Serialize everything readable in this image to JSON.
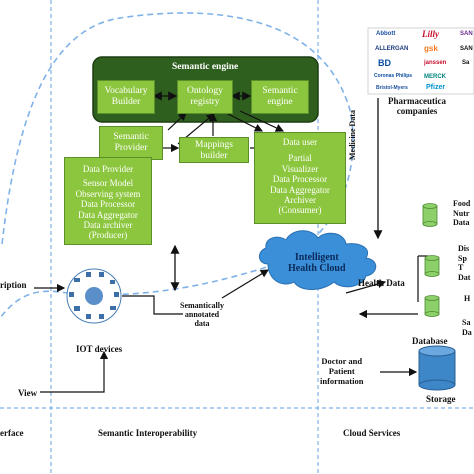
{
  "semantic_engine": {
    "title": "Semantic engine",
    "vocabulary_builder": [
      "Vocabulary",
      "Builder"
    ],
    "ontology_registry": [
      "Ontology",
      "registry"
    ],
    "semantic_engine_inner": [
      "Semantic",
      "engine"
    ]
  },
  "semantic_provider": [
    "Semantic",
    "Provider"
  ],
  "mappings_builder": [
    "Mappings",
    "builder"
  ],
  "data_provider": [
    "Data Provider",
    "",
    "Sensor Model",
    "Observing system",
    "Data Processor",
    "Data Aggregator",
    "Data archiver",
    "(Producer)"
  ],
  "data_user": [
    "Data user",
    "",
    "Partial",
    "Visualizer",
    "Data Processor",
    "Data Aggregator",
    "Archiver",
    "(Consumer)"
  ],
  "cloud_label": [
    "Intelligent",
    "Health Cloud"
  ],
  "labels": {
    "description_partial": "ription",
    "iot_devices": "IOT devices",
    "semantically_annotated": [
      "Semantically",
      "annotated",
      "data"
    ],
    "view": "View",
    "medicine_data": "Medicine Data",
    "pharma": [
      "Pharmaceutica",
      "companies"
    ],
    "health_data": "Health Data",
    "database": "Database",
    "storage": "Storage",
    "doctor_patient": [
      "Doctor and",
      "Patient",
      "information"
    ],
    "foo_partial": [
      "Food",
      "Nutr",
      "Data"
    ],
    "dis_partial": [
      "Dis",
      "Sp",
      "T",
      "Dat"
    ],
    "h_partial": "H",
    "sa_partial": [
      "Sa",
      "Da"
    ]
  },
  "sections": {
    "left": "erface",
    "middle": "Semantic Interoperability",
    "right": "Cloud Services"
  },
  "pharma_logos": [
    "Abbott",
    "Lilly",
    "SAN",
    "ALLERGAN",
    "gsk",
    "SAN",
    "BD",
    "janssen",
    "Sa",
    "Coronas Philips",
    "MERCK",
    "",
    "Bristol-Myers",
    "Pfizer",
    ""
  ],
  "colors": {
    "green_fill": "#8cc63e",
    "dark_green": "#2f5f1f",
    "cloud_blue": "#3a8fd8",
    "dashed_blue": "#7fb2e8",
    "cylinder_green": "#8dd06a",
    "storage_blue": "#3d86c8"
  }
}
